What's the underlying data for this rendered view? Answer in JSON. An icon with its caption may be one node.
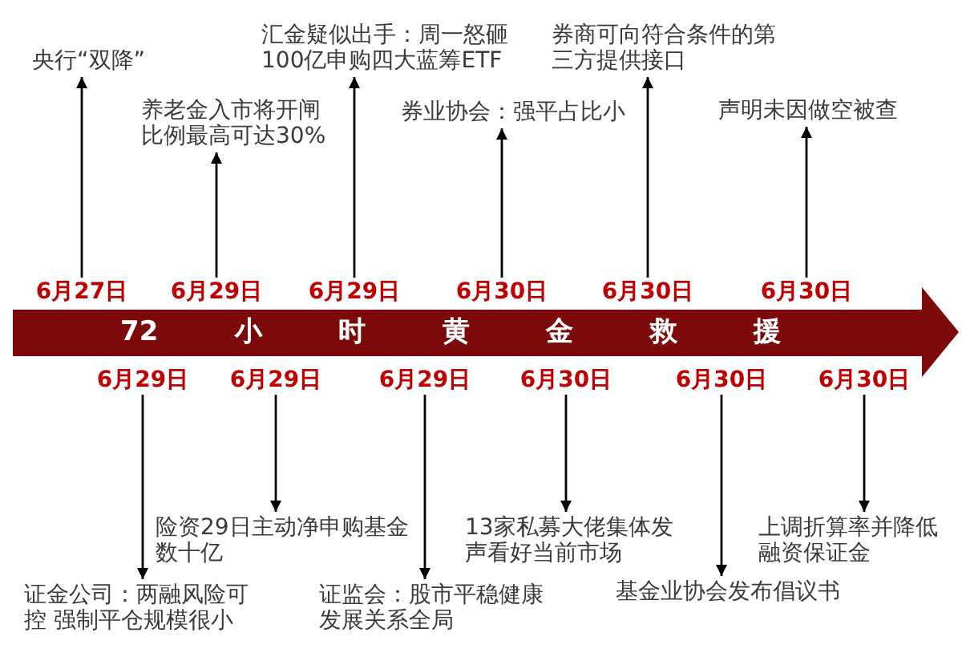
{
  "diagram": {
    "nodes": [
      {
        "text": [
          "央行“双降”"
        ]
      },
      {
        "text": [
          "养老金入市将开闸比例最高可达30%"
        ]
      },
      {
        "text": [
          "汇金疑似出手：周一怒砸100亿申购四大蓝筹ETF"
        ]
      },
      {
        "text": [
          "券业协会：强平占比小"
        ]
      },
      {
        "text": [
          "券商可向符合条件的第三方提供接口"
        ]
      },
      {
        "text": [
          "声明未因做空被查"
        ]
      },
      {
        "text": [
          "6月27日"
        ]
      },
      {
        "text": [
          "6月29日"
        ]
      },
      {
        "text": [
          "6月29日"
        ]
      },
      {
        "text": [
          "6月30日"
        ]
      },
      {
        "text": [
          "6月30日"
        ]
      },
      {
        "text": [
          "6月30日"
        ]
      },
      {
        "text": [
          "72小时黄金救援"
        ]
      },
      {
        "text": [
          "6月29日"
        ]
      },
      {
        "text": [
          "6月29日"
        ]
      },
      {
        "text": [
          "6月29日"
        ]
      },
      {
        "text": [
          "6月30日"
        ]
      },
      {
        "text": [
          "6月30日"
        ]
      },
      {
        "text": [
          "6月30日"
        ]
      },
      {
        "text": [
          "证金公司：两融风险可控 强制平仓规模很小"
        ]
      },
      {
        "text": [
          "险资29日主动净申购基金数十亿"
        ]
      },
      {
        "text": [
          "证监会：股市平稳健康发展关系全局"
        ]
      },
      {
        "text": [
          "13家私募大佬集体发声看好当前市场"
        ]
      },
      {
        "text": [
          "基金业协会发布倡议书"
        ]
      },
      {
        "text": [
          "上调折算率并降低融资保证金"
        ]
      }
    ],
    "edges": [
      {
        "from": 6,
        "to": 0,
        "arrow": "to"
      },
      {
        "from": 7,
        "to": 1,
        "arrow": "to"
      },
      {
        "from": 8,
        "to": 2,
        "arrow": "to"
      },
      {
        "from": 9,
        "to": 3,
        "arrow": "to"
      },
      {
        "from": 10,
        "to": 4,
        "arrow": "to"
      },
      {
        "from": 11,
        "to": 5,
        "arrow": "to"
      },
      {
        "from": 13,
        "to": 19,
        "arrow": "to"
      },
      {
        "from": 14,
        "to": 20,
        "arrow": "to"
      },
      {
        "from": 15,
        "to": 21,
        "arrow": "to"
      },
      {
        "from": 16,
        "to": 22,
        "arrow": "to"
      },
      {
        "from": 17,
        "to": 23,
        "arrow": "to"
      },
      {
        "from": 18,
        "to": 24,
        "arrow": "to"
      }
    ]
  }
}
